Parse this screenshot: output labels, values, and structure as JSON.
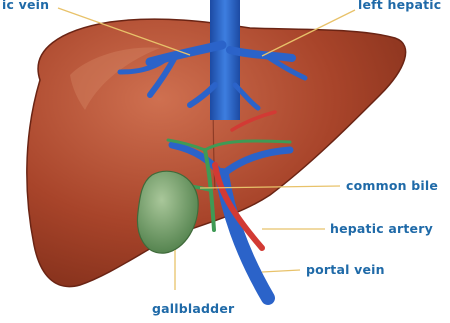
{
  "diagram": {
    "labels": {
      "top_left_partial": "ic vein",
      "top_right_partial": "left hepatic",
      "common_bile": "common bile",
      "hepatic_artery": "hepatic artery",
      "portal_vein": "portal vein",
      "gallbladder": "gallbladder"
    },
    "colors": {
      "liver": "#a8442a",
      "liver_dark": "#7c2c18",
      "liver_highlight": "#c96a4a",
      "vein": "#2b63c9",
      "artery": "#d23a34",
      "bile_duct": "#3f9a55",
      "gallbladder": "#6f9f66",
      "label_text": "#1f6aa8",
      "leader_line": "#e8c26a"
    }
  }
}
